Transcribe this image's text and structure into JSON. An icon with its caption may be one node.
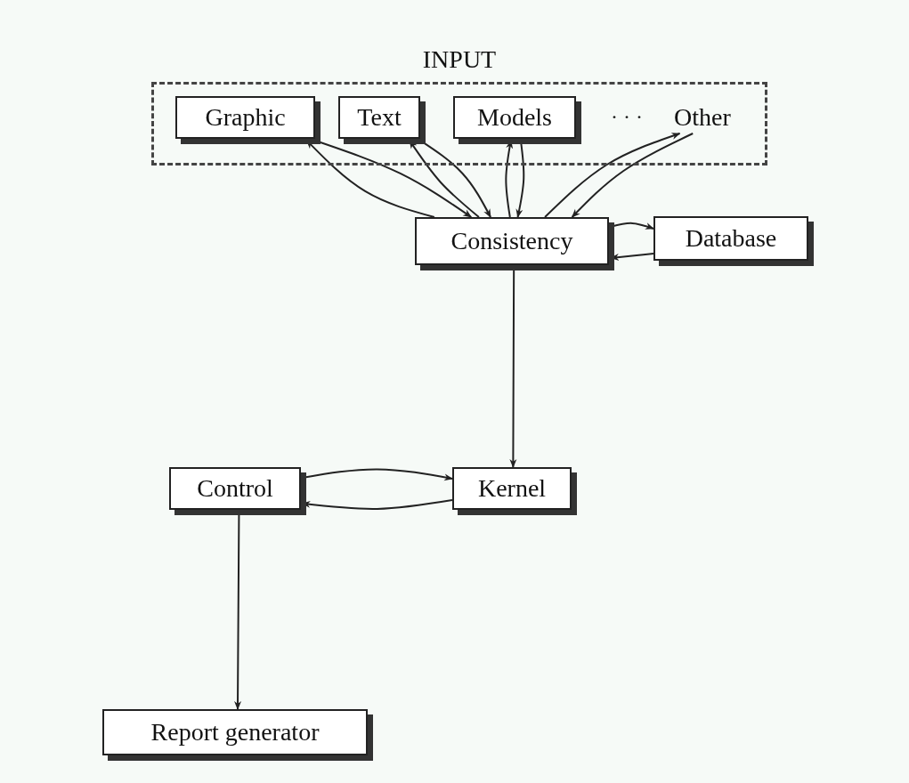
{
  "diagram": {
    "nodes": [
      {
        "text": [
          "INPUT"
        ]
      },
      {
        "text": [
          "Graphic"
        ],
        "in": 0
      },
      {
        "text": [
          "Text"
        ],
        "in": 0
      },
      {
        "text": [
          "Models"
        ],
        "in": 0
      },
      {
        "text": [
          "Other"
        ],
        "in": 0
      },
      {
        "text": [
          "Consistency"
        ]
      },
      {
        "text": [
          "Database"
        ]
      },
      {
        "text": [
          "Kernel"
        ]
      },
      {
        "text": [
          "Control"
        ]
      },
      {
        "text": [
          "Report generator"
        ]
      }
    ],
    "edges": [
      {
        "from": 1,
        "to": 5,
        "arrow": "to"
      },
      {
        "from": 5,
        "to": 1,
        "arrow": "to"
      },
      {
        "from": 2,
        "to": 5,
        "arrow": "to"
      },
      {
        "from": 5,
        "to": 2,
        "arrow": "to"
      },
      {
        "from": 3,
        "to": 5,
        "arrow": "to"
      },
      {
        "from": 5,
        "to": 3,
        "arrow": "to"
      },
      {
        "from": 4,
        "to": 5,
        "arrow": "to"
      },
      {
        "from": 5,
        "to": 4,
        "arrow": "to"
      },
      {
        "from": 5,
        "to": 6,
        "arrow": "to"
      },
      {
        "from": 6,
        "to": 5,
        "arrow": "to"
      },
      {
        "from": 5,
        "to": 7,
        "arrow": "to"
      },
      {
        "from": 8,
        "to": 7,
        "arrow": "to"
      },
      {
        "from": 7,
        "to": 8,
        "arrow": "to"
      },
      {
        "from": 8,
        "to": 9,
        "arrow": "to"
      }
    ],
    "labels": [
      "· · ·"
    ]
  }
}
